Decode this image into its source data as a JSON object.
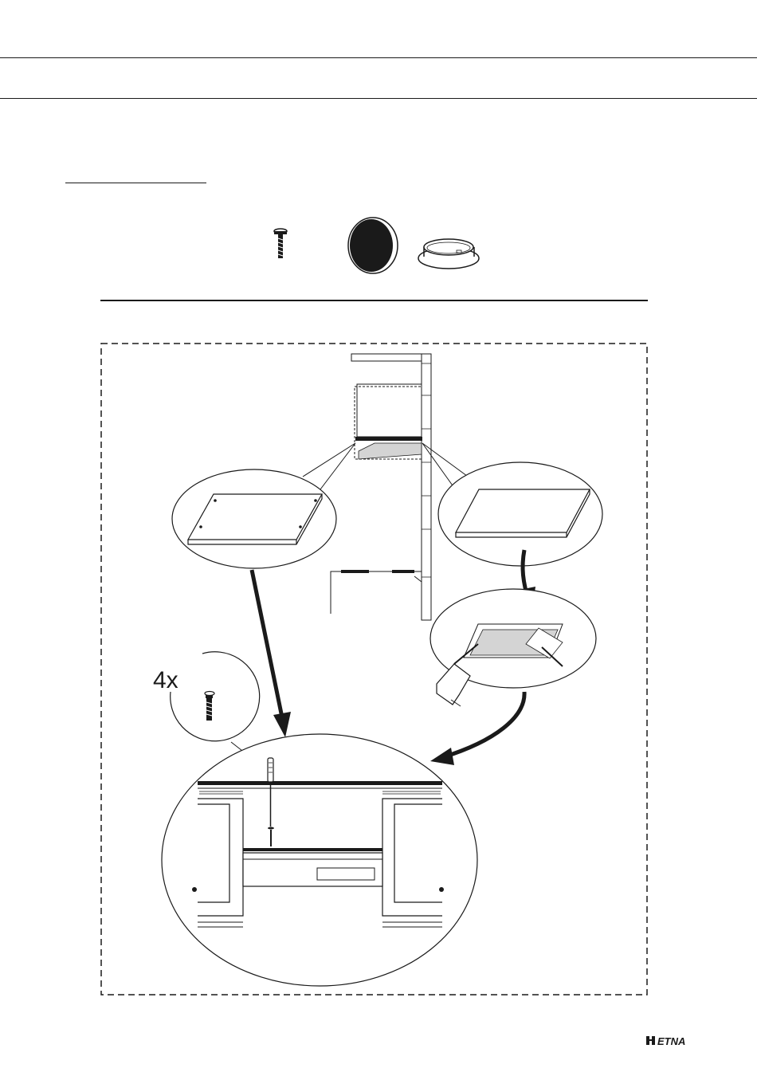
{
  "header": {
    "band_color": "#ffffff",
    "line_color": "#1a1a1a"
  },
  "parts": {
    "items": [
      {
        "icon": "screw-icon"
      },
      {
        "icon": "filter-disc-icon"
      },
      {
        "icon": "ring-connector-icon"
      }
    ]
  },
  "diagram": {
    "quantity_label": "4x",
    "border_style": "dashed"
  },
  "footer": {
    "brand": "ETNA",
    "brand_icon": "etna-logo-icon"
  },
  "colors": {
    "ink": "#1a1a1a",
    "shade": "#d4d4d4",
    "paper": "#ffffff"
  }
}
